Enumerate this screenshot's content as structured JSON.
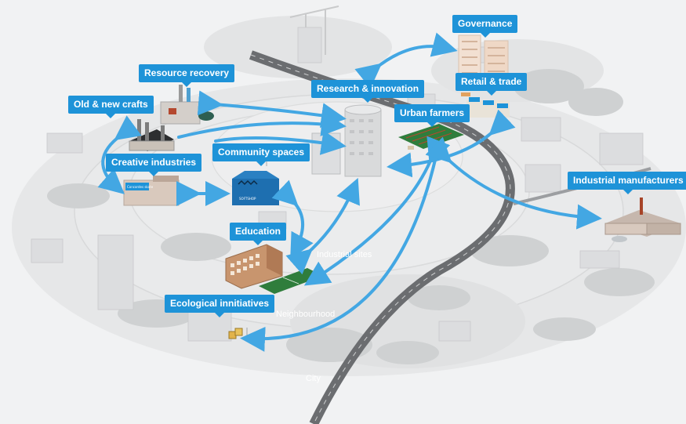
{
  "labels": {
    "governance": "Governance",
    "resource_recovery": "Resource recovery",
    "research_innovation": "Research & innovation",
    "retail_trade": "Retail & trade",
    "old_new_crafts": "Old & new crafts",
    "urban_farmers": "Urban farmers",
    "community_spaces": "Community spaces",
    "creative_industries": "Creative industries",
    "industrial_manufacturers": "Industrial manufacturers",
    "education": "Education",
    "ecological_initiatives": "Ecological innitiatives"
  },
  "zones": {
    "industrial_sites": "Industrial sites",
    "neighbourhood": "Neighbourhood",
    "city": "City"
  },
  "signs": {
    "creative_building": "Concordes skate",
    "community_building": "SOFTSHOP"
  },
  "colors": {
    "accent": "#1e93d8",
    "arrow": "#43a7e3",
    "ground": "#e4e5e6",
    "road": "#6b6d70",
    "background": "#f1f2f3"
  }
}
